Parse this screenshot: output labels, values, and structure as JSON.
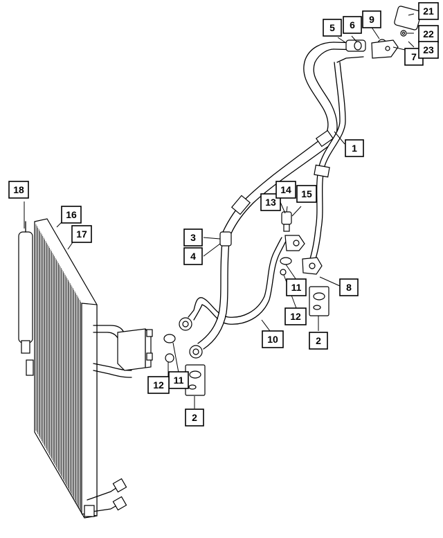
{
  "diagram": {
    "callouts": [
      {
        "id": "c1",
        "label": "1"
      },
      {
        "id": "c2a",
        "label": "2"
      },
      {
        "id": "c2b",
        "label": "2"
      },
      {
        "id": "c3",
        "label": "3"
      },
      {
        "id": "c4",
        "label": "4"
      },
      {
        "id": "c5",
        "label": "5"
      },
      {
        "id": "c6",
        "label": "6"
      },
      {
        "id": "c7",
        "label": "7"
      },
      {
        "id": "c8",
        "label": "8"
      },
      {
        "id": "c9",
        "label": "9"
      },
      {
        "id": "c10",
        "label": "10"
      },
      {
        "id": "c11a",
        "label": "11"
      },
      {
        "id": "c11b",
        "label": "11"
      },
      {
        "id": "c12a",
        "label": "12"
      },
      {
        "id": "c12b",
        "label": "12"
      },
      {
        "id": "c13",
        "label": "13"
      },
      {
        "id": "c14",
        "label": "14"
      },
      {
        "id": "c15",
        "label": "15"
      },
      {
        "id": "c16",
        "label": "16"
      },
      {
        "id": "c17",
        "label": "17"
      },
      {
        "id": "c18",
        "label": "18"
      },
      {
        "id": "c21",
        "label": "21"
      },
      {
        "id": "c22",
        "label": "22"
      },
      {
        "id": "c23",
        "label": "23"
      }
    ]
  }
}
